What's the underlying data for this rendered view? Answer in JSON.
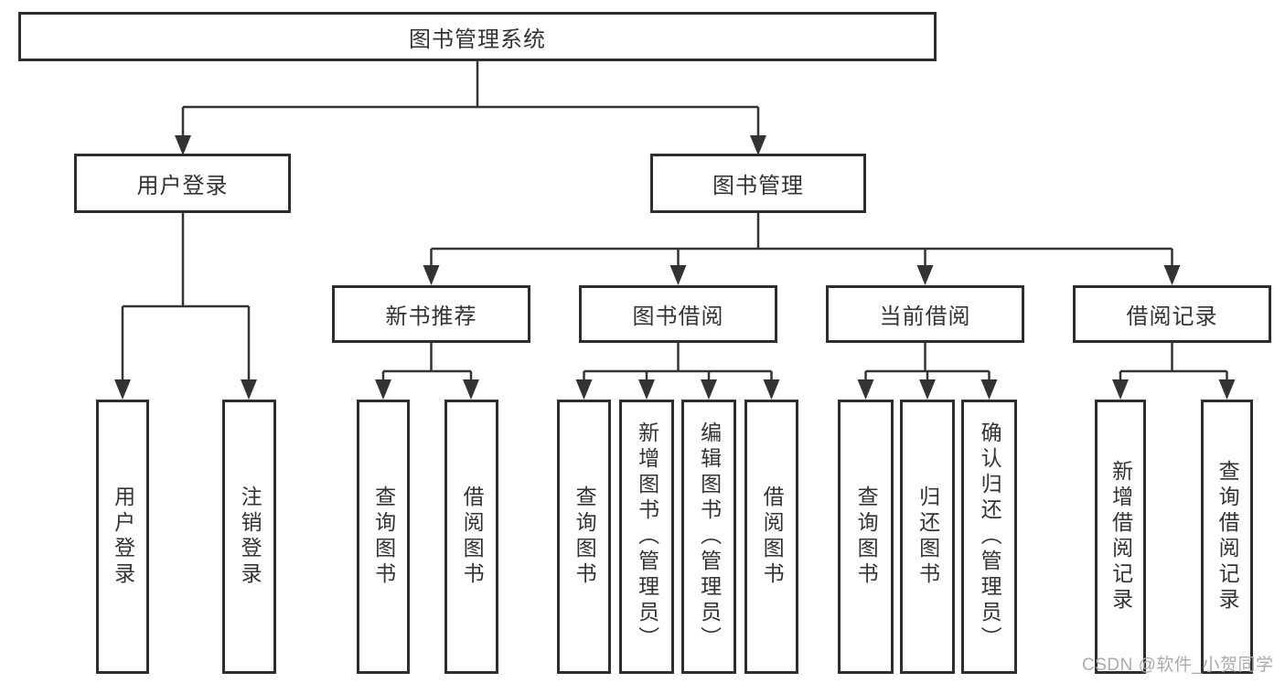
{
  "nodes": {
    "root": "图书管理系统",
    "user_login": "用户登录",
    "book_mgmt": "图书管理",
    "new_book_rec": "新书推荐",
    "book_borrow": "图书借阅",
    "current_borrow": "当前借阅",
    "borrow_records": "借阅记录",
    "ul_user_login": "用户登录",
    "ul_logout": "注销登录",
    "nr_query_book": "查询图书",
    "nr_borrow_book": "借阅图书",
    "bb_query_book": "查询图书",
    "bb_add_book": "新增图书（管理员）",
    "bb_edit_book": "编辑图书（管理员）",
    "bb_borrow_book": "借阅图书",
    "cb_query_book": "查询图书",
    "cb_return_book": "归还图书",
    "cb_confirm_return": "确认归还（管理员）",
    "br_add_record": "新增借阅记录",
    "br_query_record": "查询借阅记录"
  },
  "watermark": "CSDN @软件_小贺同学",
  "colors": {
    "line": "#333333",
    "box_border": "#2e2e2e",
    "text": "#333333",
    "watermark": "#ababab",
    "background": "#ffffff"
  }
}
